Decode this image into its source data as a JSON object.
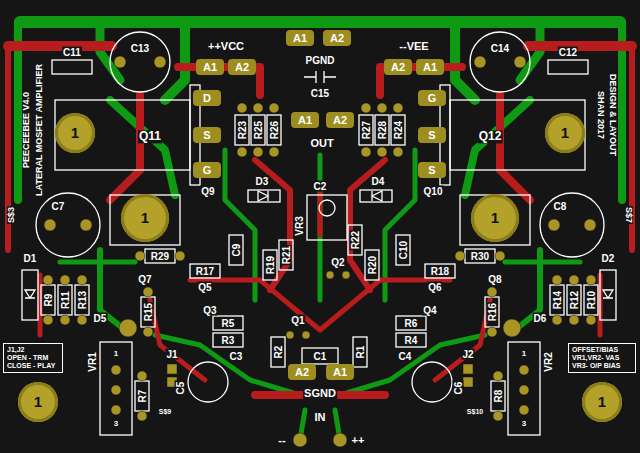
{
  "diagram": {
    "nodes": [
      {
        "text": [
          "A1"
        ]
      },
      {
        "text": [
          "A2"
        ]
      },
      {
        "text": [
          "A1"
        ]
      },
      {
        "text": [
          "A2"
        ]
      },
      {
        "text": [
          "A2"
        ]
      },
      {
        "text": [
          "A1"
        ]
      },
      {
        "text": [
          "D"
        ]
      },
      {
        "text": [
          "G"
        ]
      },
      {
        "text": [
          "S"
        ]
      },
      {
        "text": [
          "A1"
        ]
      },
      {
        "text": [
          "A2"
        ]
      },
      {
        "text": [
          "S"
        ]
      },
      {
        "text": [
          "1"
        ]
      },
      {
        "text": [
          "1"
        ]
      },
      {
        "text": [
          "G"
        ]
      },
      {
        "text": [
          "S"
        ]
      },
      {
        "text": [
          "1"
        ]
      },
      {
        "text": [
          "1"
        ]
      },
      {
        "text": [
          "J1,J2",
          "OPEN - TRM",
          "CLOSE - PLAY"
        ]
      },
      {
        "text": [
          "OFFSET/BIAS",
          "VR1,VR2- VAS",
          "VR3- O/P BIAS"
        ]
      },
      {
        "text": [
          "A2"
        ]
      },
      {
        "text": [
          "A1"
        ]
      },
      {
        "text": [
          "1"
        ]
      },
      {
        "text": [
          "1"
        ]
      }
    ],
    "labels": [
      "C11",
      "C13",
      "++VCC",
      "PGND",
      "--VEE",
      "C14",
      "C12",
      "C15",
      "PEECEEBEE V4.0",
      "LATERAL MOSFET AMPLIFIER",
      "DESIGN & LAYOUT",
      "SHAN 2017",
      "Q11",
      "Q12",
      "R23",
      "R25",
      "R26",
      "OUT",
      "R27",
      "R28",
      "R24",
      "D3",
      "C2",
      "D4",
      "Q9",
      "Q10",
      "C7",
      "C8",
      "S$3",
      "S$7",
      "VR3",
      "C9",
      "R19",
      "R21",
      "R22",
      "R20",
      "C10",
      "Q2",
      "R29",
      "R30",
      "D1",
      "D2",
      "R17",
      "R18",
      "Q7",
      "Q8",
      "Q5",
      "Q6",
      "R9",
      "R11",
      "R13",
      "R15",
      "R16",
      "R14",
      "R12",
      "R10",
      "D5",
      "D6",
      "Q3",
      "Q4",
      "Q1",
      "R5",
      "R6",
      "R3",
      "R4",
      "R2",
      "R1",
      "C1",
      "J1",
      "J2",
      "C3",
      "C4",
      "VR1",
      "VR2",
      "S$9",
      "S$10",
      "C5",
      "C6",
      "R7",
      "R8",
      "1",
      "3",
      "1",
      "3",
      "SGND",
      "IN",
      "--",
      "++"
    ]
  }
}
